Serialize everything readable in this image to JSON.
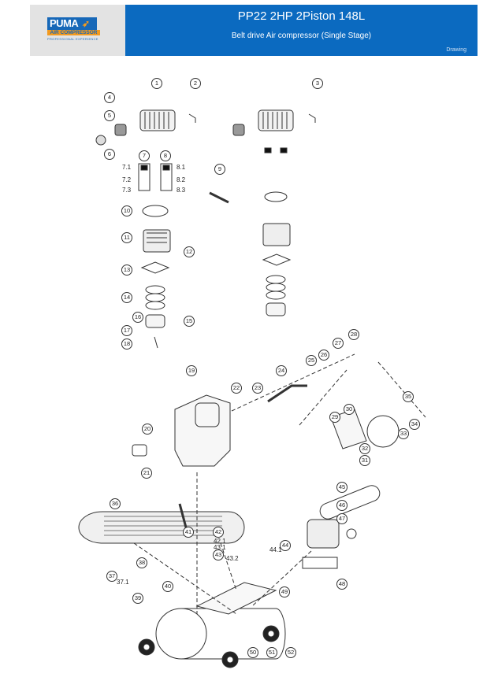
{
  "header": {
    "logo": {
      "brand": "PUMA",
      "tagline": "AIR COMPRESSOR",
      "slogan": "PROFESSIONAL EXPERIENCE"
    },
    "title": "PP22 2HP 2Piston 148L",
    "subtitle": "Belt drive Air compressor (Single Stage)",
    "tag": "Drawing"
  },
  "callouts": [
    "1",
    "2",
    "3",
    "4",
    "5",
    "6",
    "7",
    "8",
    "9",
    "10",
    "11",
    "12",
    "13",
    "14",
    "15",
    "16",
    "17",
    "18",
    "19",
    "20",
    "21",
    "22",
    "23",
    "24",
    "25",
    "26",
    "27",
    "28",
    "29",
    "30",
    "31",
    "32",
    "33",
    "34",
    "35",
    "36",
    "37",
    "38",
    "39",
    "40",
    "41",
    "42",
    "43",
    "44",
    "45",
    "46",
    "47",
    "48",
    "49",
    "50",
    "51",
    "52"
  ],
  "sublabels": {
    "l7_1": "7.1",
    "l7_2": "7.2",
    "l7_3": "7.3",
    "l8_1": "8.1",
    "l8_2": "8.2",
    "l8_3": "8.3",
    "l37_1": "37.1",
    "l42_1": "42.1",
    "l43_1": "43.1",
    "l43_2": "43.2",
    "l44_1": "44.1"
  }
}
